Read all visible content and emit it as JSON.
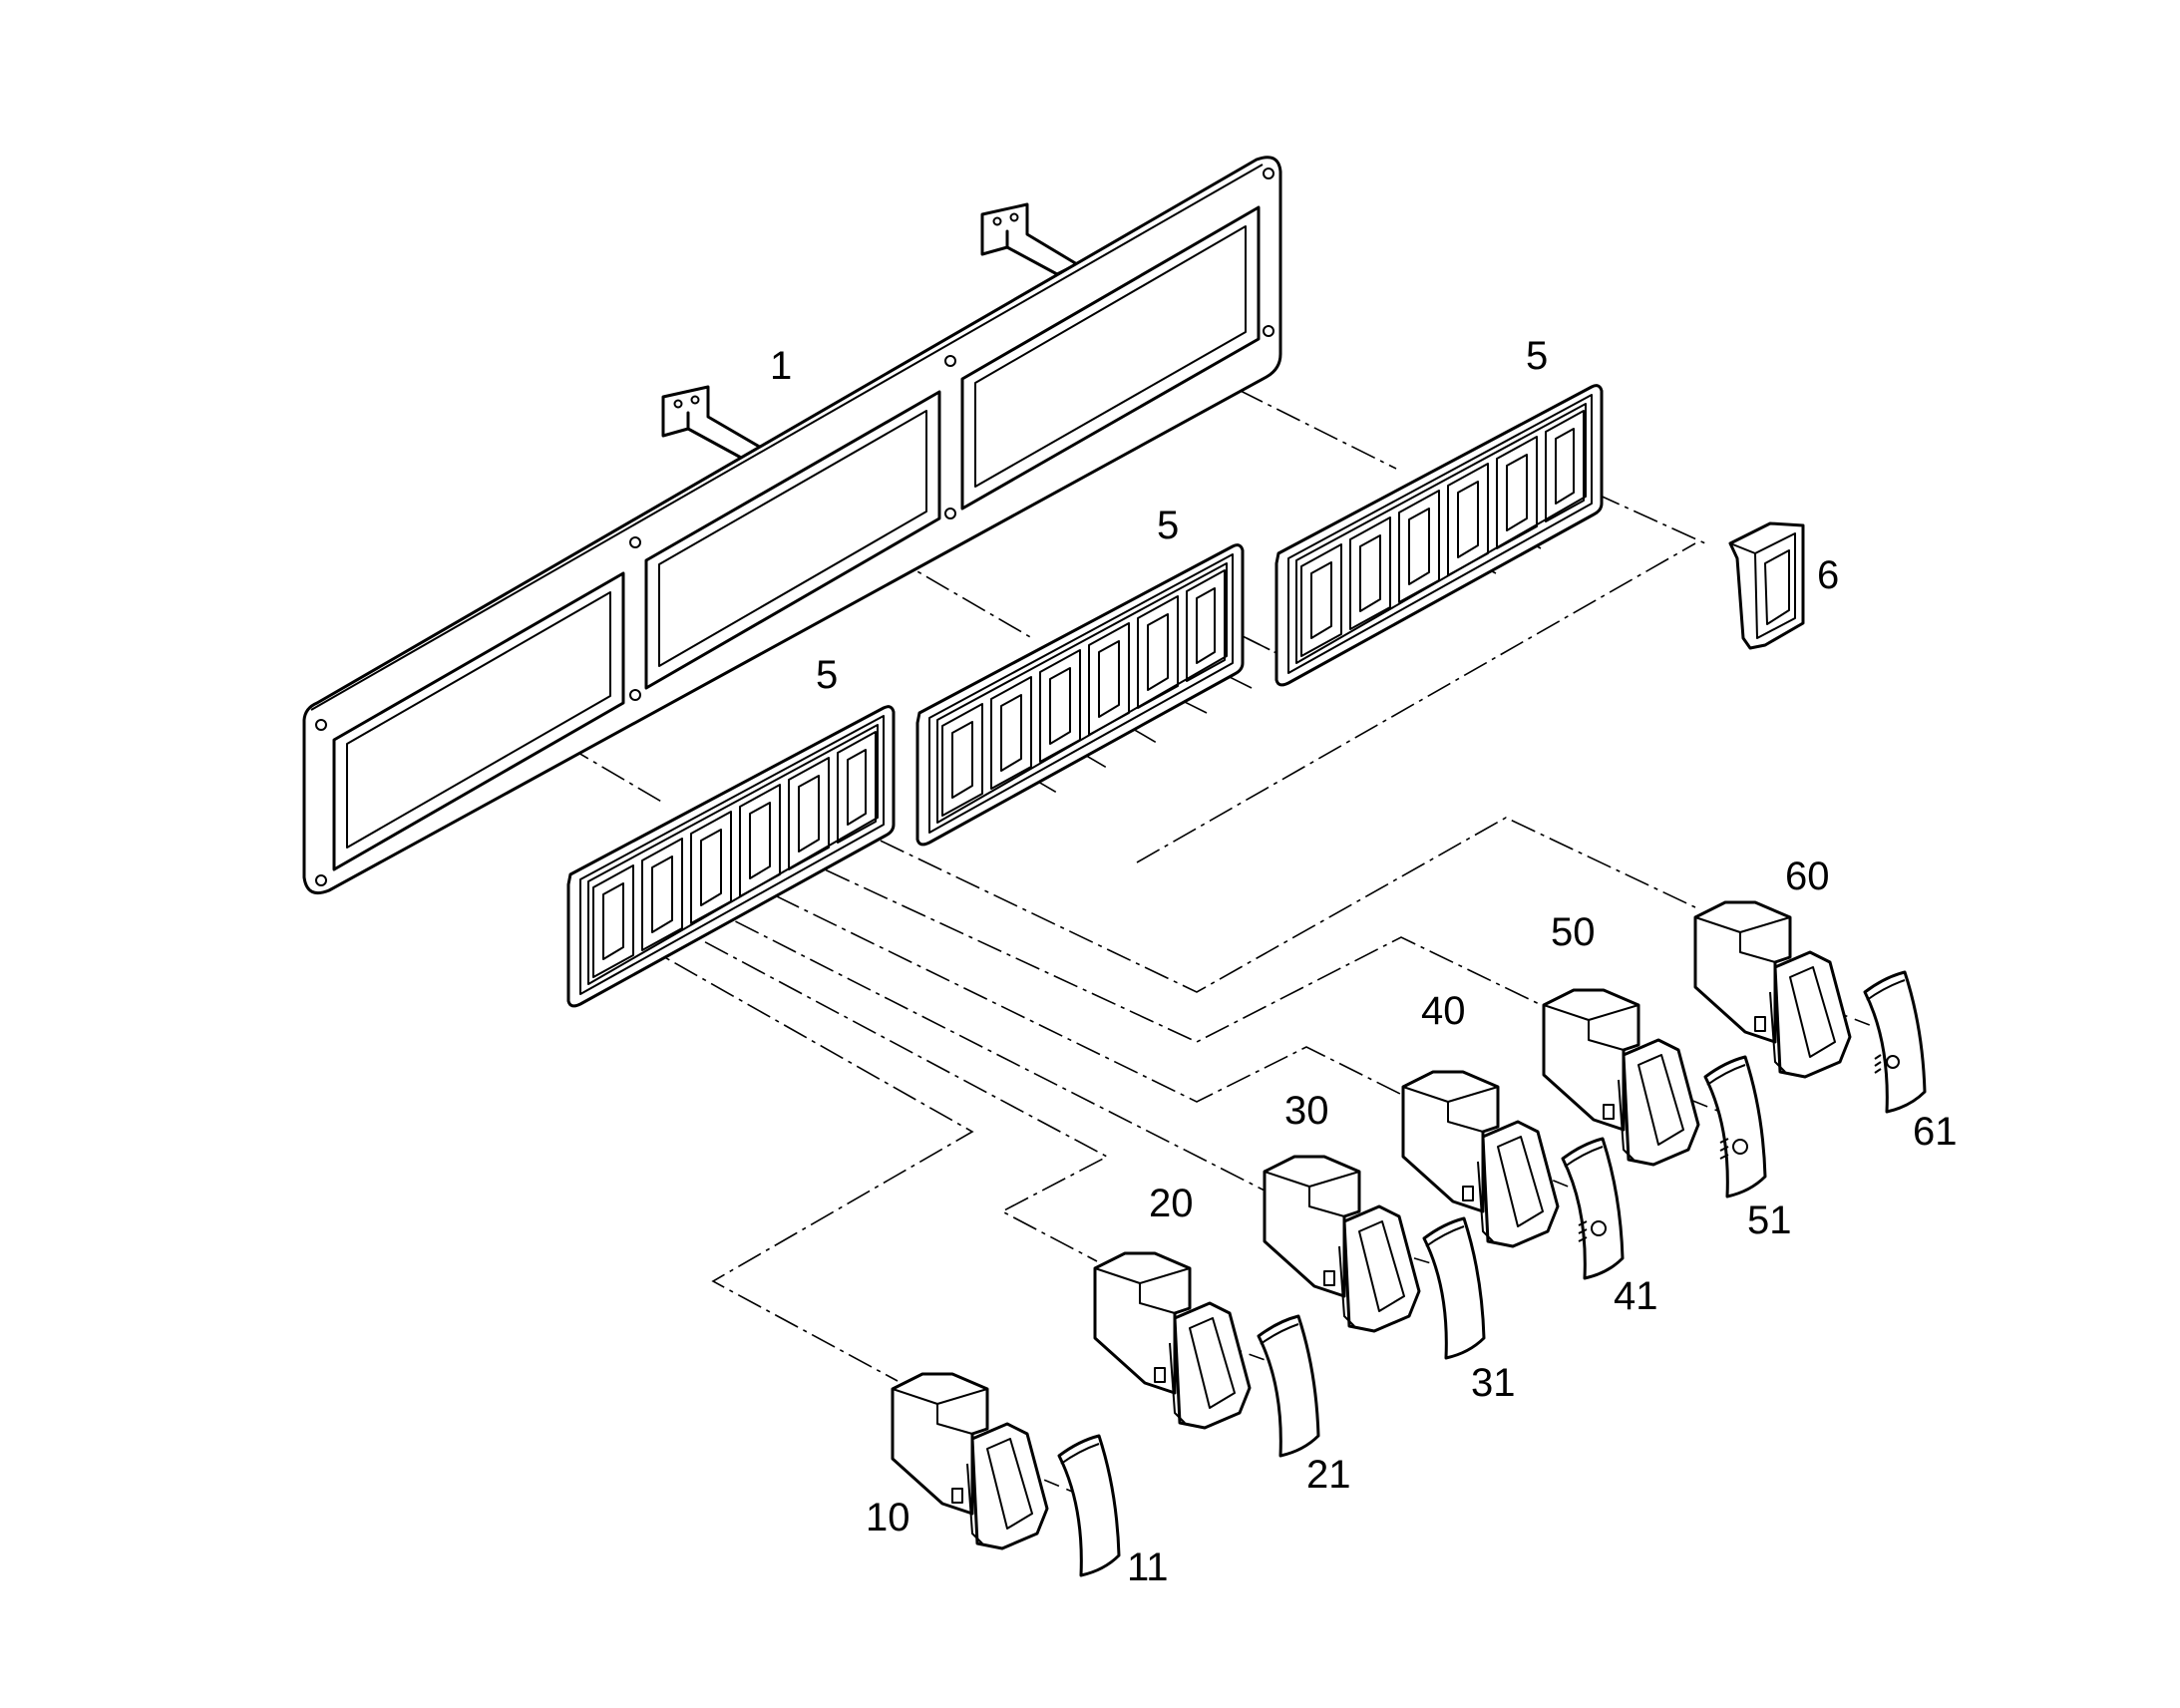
{
  "diagram": {
    "labels": {
      "frame": "1",
      "bezel_left": "5",
      "bezel_middle": "5",
      "bezel_right": "5",
      "blank_plug": "6",
      "switch_1": "10",
      "lens_1": "11",
      "switch_2": "20",
      "lens_2": "21",
      "switch_3": "30",
      "lens_3": "31",
      "switch_4": "40",
      "lens_4": "41",
      "switch_5": "50",
      "lens_5": "51",
      "switch_6": "60",
      "lens_6": "61"
    },
    "colors": {
      "ink": "#000000",
      "background": "#ffffff"
    },
    "icons": {
      "lens_4": "fog-lamp-icon",
      "lens_5": "rear-fog-lamp-icon",
      "lens_6": "headlamp-icon"
    }
  }
}
